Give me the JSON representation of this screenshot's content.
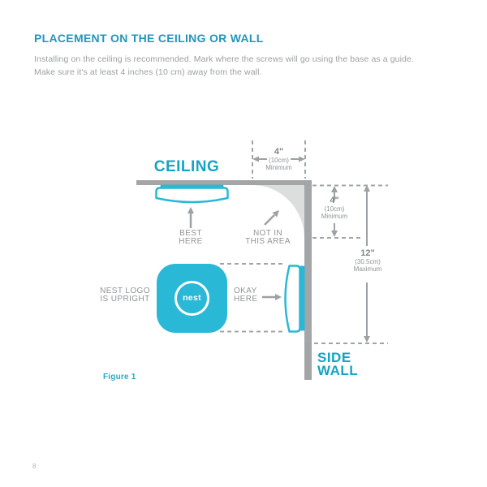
{
  "page": {
    "number": "8"
  },
  "header": {
    "title": "PLACEMENT ON THE CEILING OR WALL"
  },
  "intro": {
    "line1": "Installing on the ceiling is recommended. Mark where the screws will go using the base as a guide.",
    "line2": "Make sure it's at least 4 inches (10 cm) away from the wall."
  },
  "figure": {
    "caption": "Figure 1",
    "ceiling_label": "CEILING",
    "side_wall": {
      "line1": "SIDE",
      "line2": "WALL"
    },
    "annotations": {
      "best": {
        "line1": "BEST",
        "line2": "HERE"
      },
      "not_in": {
        "line1": "NOT IN",
        "line2": "THIS AREA"
      },
      "okay": {
        "line1": "OKAY",
        "line2": "HERE"
      },
      "nest_logo": {
        "line1": "NEST LOGO",
        "line2": "IS UPRIGHT"
      }
    },
    "dimensions": {
      "ceiling_offset": {
        "value": "4\"",
        "metric": "(10cm)",
        "qualifier": "Minimum"
      },
      "wall_top_offset": {
        "value": "4\"",
        "metric": "(10cm)",
        "qualifier": "Minimum"
      },
      "wall_max_offset": {
        "value": "12\"",
        "metric": "(30.5cm)",
        "qualifier": "Maximum"
      }
    },
    "device_logo": "nest"
  },
  "colors": {
    "heading_teal": "#2096bd",
    "figure_teal": "#13a4c6",
    "device_teal": "#29b8d5",
    "structure_gray": "#a3a5a6",
    "shade_gray": "#dcdddd",
    "label_gray": "#8f9497",
    "body_gray": "#9da0a2"
  }
}
